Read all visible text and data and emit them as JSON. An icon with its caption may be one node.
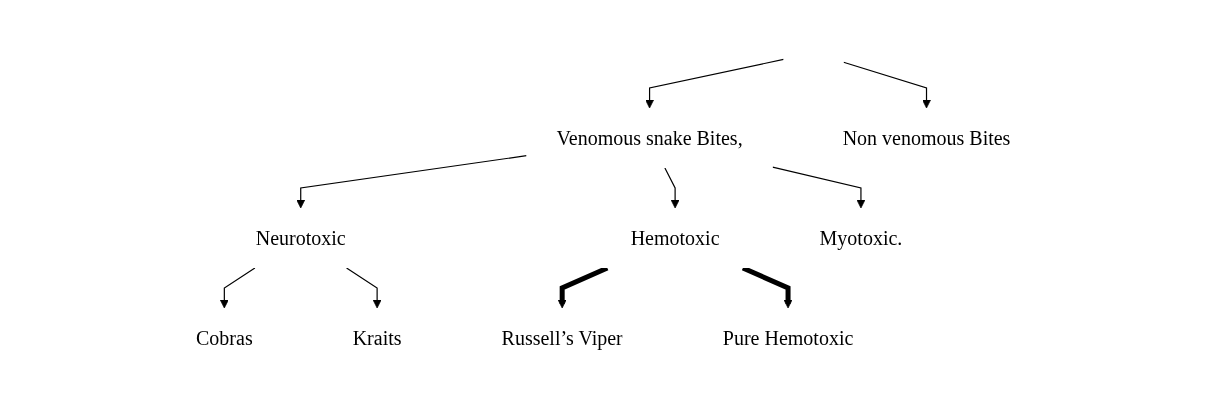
{
  "diagram": {
    "nodes": [
      {
        "text": [
          "Venomous snake Bites,"
        ]
      },
      {
        "text": [
          "Non venomous Bites"
        ]
      },
      {
        "text": [
          "Neurotoxic"
        ]
      },
      {
        "text": [
          "Hemotoxic"
        ]
      },
      {
        "text": [
          "Myotoxic."
        ]
      },
      {
        "text": [
          "Cobras"
        ]
      },
      {
        "text": [
          "Kraits"
        ]
      },
      {
        "text": [
          "Russell’s Viper"
        ]
      },
      {
        "text": [
          "Pure Hemotoxic"
        ]
      }
    ],
    "edges": [
      {
        "from": null,
        "to": 0,
        "arrow": "to"
      },
      {
        "from": null,
        "to": 1,
        "arrow": "to"
      },
      {
        "from": 0,
        "to": 2,
        "arrow": "to"
      },
      {
        "from": 0,
        "to": 3,
        "arrow": "to"
      },
      {
        "from": 0,
        "to": 4,
        "arrow": "to"
      },
      {
        "from": 2,
        "to": 5,
        "arrow": "to"
      },
      {
        "from": 2,
        "to": 6,
        "arrow": "to"
      },
      {
        "from": 3,
        "to": 7,
        "arrow": "to",
        "style": "thick"
      },
      {
        "from": 3,
        "to": 8,
        "arrow": "to",
        "style": "thick"
      }
    ]
  }
}
